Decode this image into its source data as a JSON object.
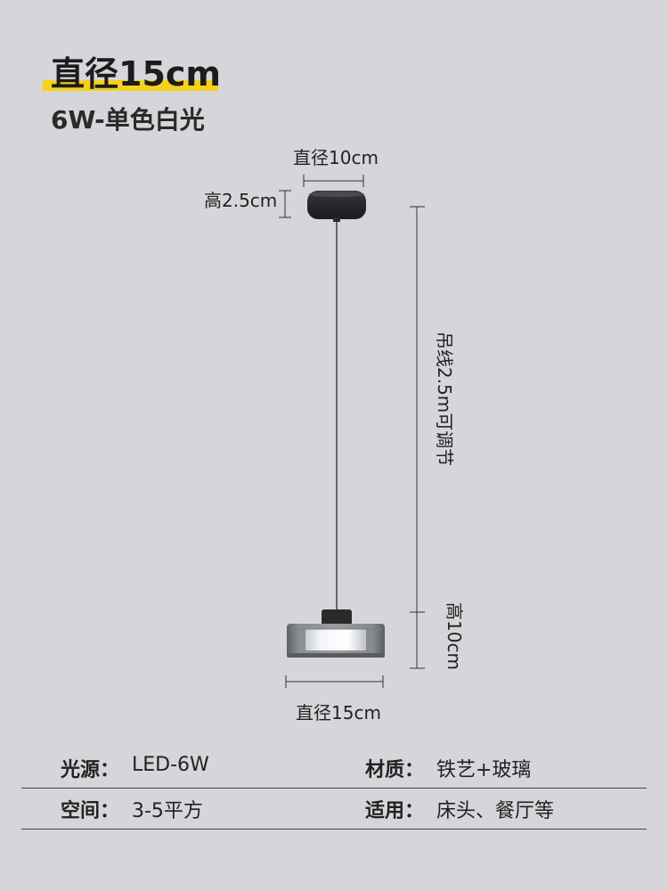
{
  "header": {
    "title": "直径15cm",
    "subtitle": "6W-单色白光"
  },
  "dimensions": {
    "canopy_diameter": "直径10cm",
    "canopy_height": "高2.5cm",
    "cord_length": "吊线2.5m可调节",
    "shade_height": "高10cm",
    "shade_diameter": "直径15cm"
  },
  "specs": [
    {
      "label": "光源：",
      "value": "LED-6W",
      "label2": "材质：",
      "value2": "铁艺+玻璃"
    },
    {
      "label": "空间：",
      "value": "3-5平方",
      "label2": "适用：",
      "value2": "床头、餐厅等"
    }
  ],
  "colors": {
    "background": "#d6d6da",
    "highlight": "#f5d21a"
  }
}
